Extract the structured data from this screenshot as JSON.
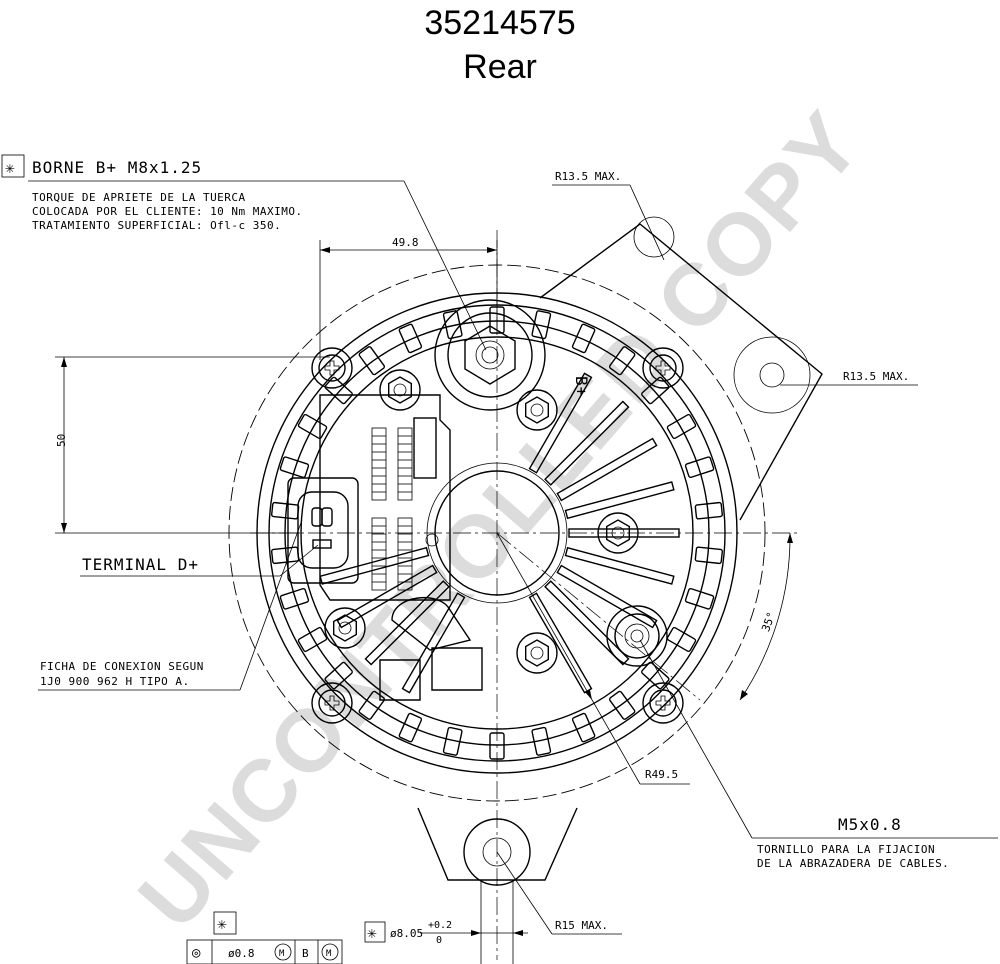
{
  "header": {
    "part_number": "35214575",
    "view": "Rear"
  },
  "watermark": "UNCONTROLLED COPY",
  "callouts": {
    "borne": {
      "symbol": "✳",
      "label": "BORNE B+  M8x1.25",
      "lines": [
        "TORQUE DE APRIETE DE LA TUERCA",
        "COLOCADA POR EL CLIENTE: 10 Nm MAXIMO.",
        "TRATAMIENTO SUPERFICIAL: Ofl-c 350."
      ]
    },
    "terminal_d": "TERMINAL D+",
    "ficha": [
      "FICHA DE CONEXION SEGUN",
      "1J0 900 962 H TIPO A."
    ],
    "screw": {
      "label": "M5x0.8",
      "lines": [
        "TORNILLO PARA LA FIJACION",
        "DE LA ABRAZADERA DE CABLES."
      ]
    },
    "b_plus": "B+"
  },
  "dimensions": {
    "width_49_8": "49.8",
    "height_50": "50",
    "r13_5_top": "R13.5 MAX.",
    "r13_5_right": "R13.5 MAX.",
    "angle": "35°",
    "r49_5": "R49.5",
    "r15": "R15 MAX.",
    "hole_dia": "ø8.05",
    "hole_tol_upper": "+0.2",
    "hole_tol_lower": "0",
    "hole_symbol": "✳"
  },
  "tolerance_frame": {
    "symbol": "✳",
    "concentricity": "◎",
    "value": "ø0.8",
    "modifier_1": "M",
    "datum": "B",
    "modifier_2": "M"
  }
}
